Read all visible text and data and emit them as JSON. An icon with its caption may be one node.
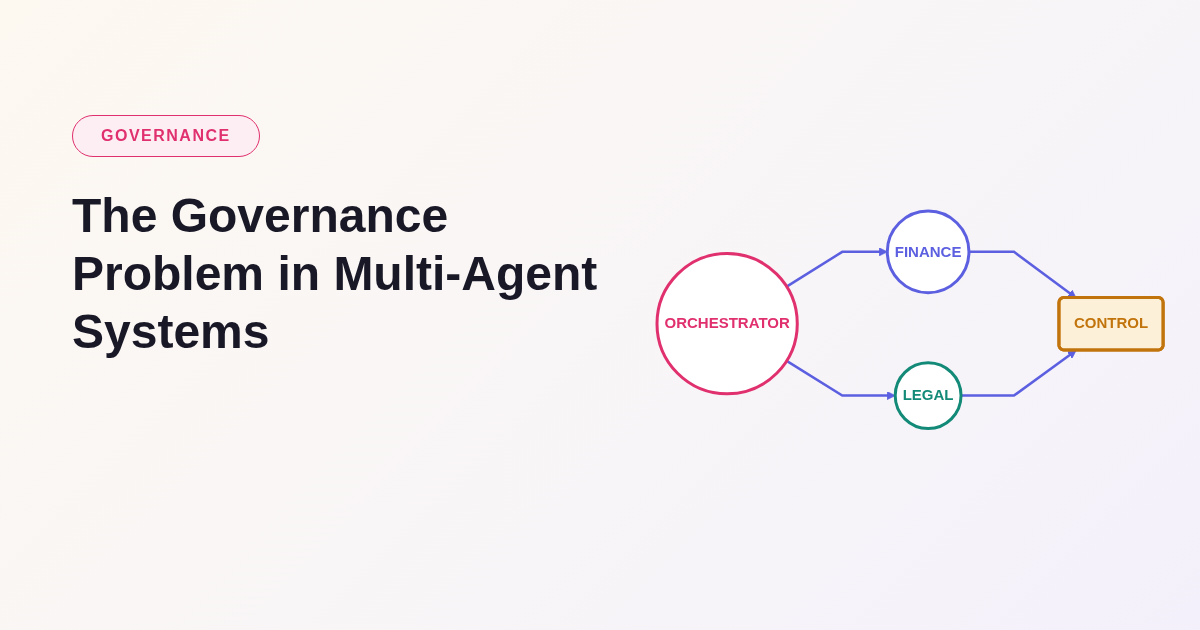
{
  "diagram": {
    "title": "The Governance Problem in Multi-Agent Systems",
    "nodes": [
      {
        "text": [
          "ORCHESTRATOR"
        ]
      },
      {
        "text": [
          "FINANCE"
        ]
      },
      {
        "text": [
          "LEGAL"
        ]
      },
      {
        "text": [
          "CONTROL"
        ]
      }
    ],
    "edges": [
      {
        "from": 0,
        "to": 1,
        "arrow": "to"
      },
      {
        "from": 0,
        "to": 2,
        "arrow": "to"
      },
      {
        "from": 1,
        "to": 3,
        "arrow": "to"
      },
      {
        "from": 2,
        "to": 3,
        "arrow": "to"
      }
    ],
    "labels": [
      "GOVERNANCE"
    ]
  }
}
